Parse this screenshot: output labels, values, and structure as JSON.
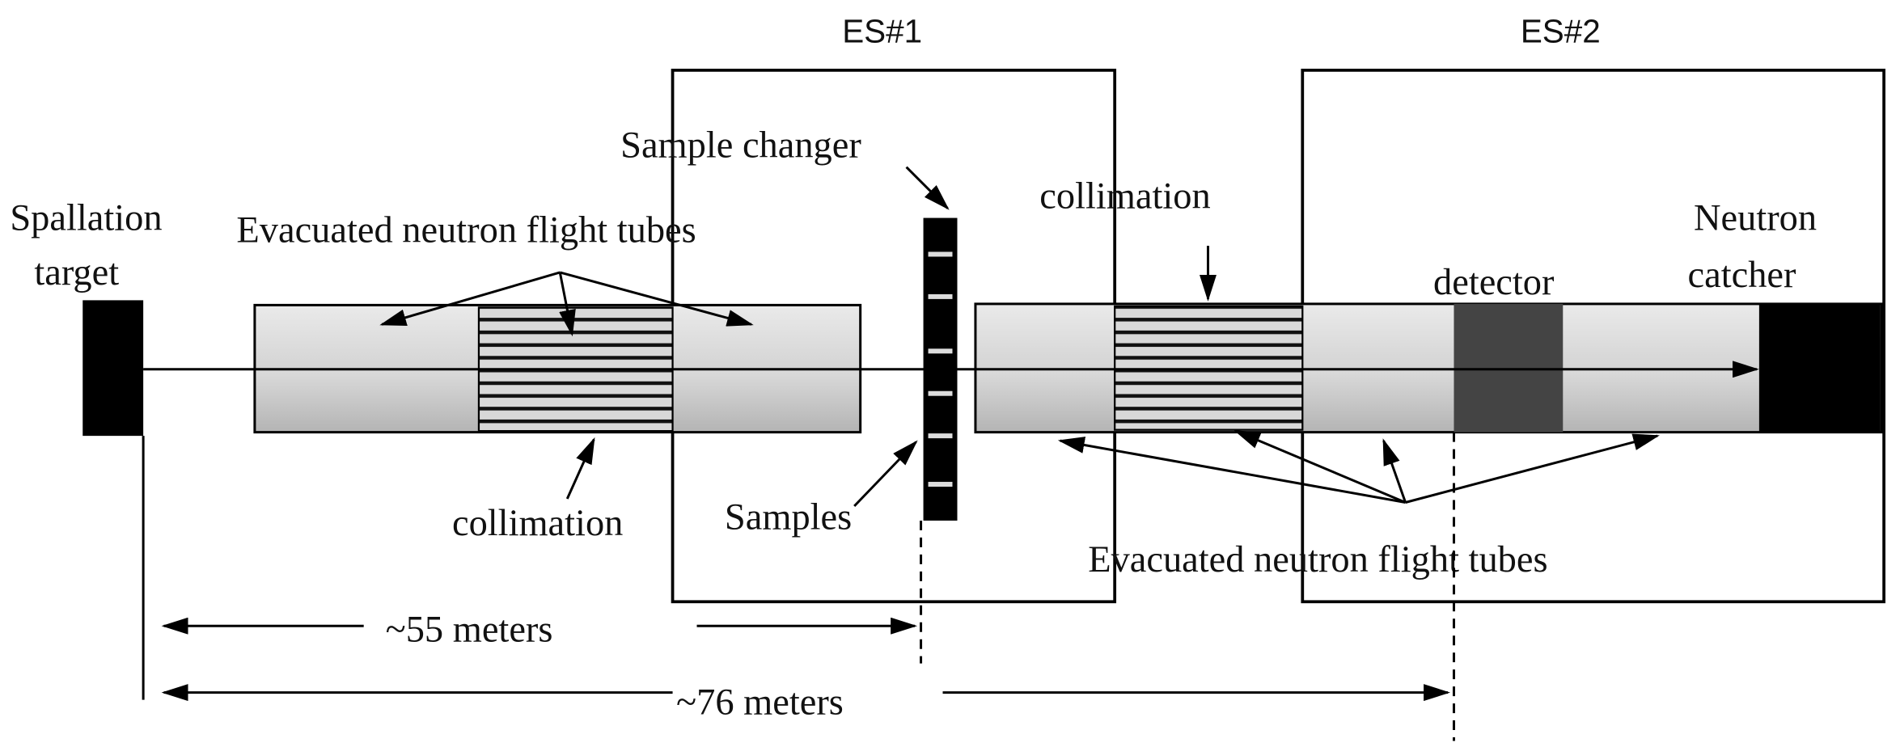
{
  "stations": [
    {
      "label": "ES#1"
    },
    {
      "label": "ES#2"
    }
  ],
  "labels": {
    "spallation_line1": "Spallation",
    "spallation_line2": "target",
    "tubes_upper": "Evacuated neutron flight tubes",
    "tubes_lower": "Evacuated neutron flight tubes",
    "sample_changer": "Sample changer",
    "collimation_left": "collimation",
    "collimation_right": "collimation",
    "samples": "Samples",
    "detector": "detector",
    "catcher_line1": "Neutron",
    "catcher_line2": "catcher"
  },
  "distances": [
    {
      "label": "~55 meters"
    },
    {
      "label": "~76 meters"
    }
  ],
  "colors": {
    "tube_light": "#e6e6e6",
    "tube_dark": "#b8b8b8",
    "detector": "#444444",
    "catcher": "#000000"
  }
}
